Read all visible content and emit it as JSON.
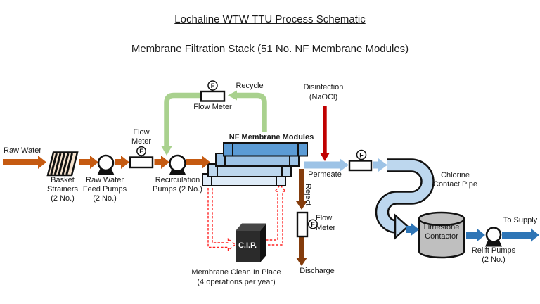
{
  "header": {
    "title": "Lochaline WTW TTU Process Schematic",
    "subtitle": "Membrane Filtration Stack (51 No. NF Membrane Modules)"
  },
  "labels": {
    "raw_water": "Raw Water",
    "basket_strainers": [
      "Basket",
      "Strainers",
      "(2 No.)"
    ],
    "feed_pumps": [
      "Raw Water",
      "Feed Pumps",
      "(2 No.)"
    ],
    "feed_flow_meter": [
      "Flow",
      "Meter"
    ],
    "recirculation_pumps": [
      "Recirculation",
      "Pumps (2 No.)"
    ],
    "recycle_flow_meter": "Flow Meter",
    "recycle": "Recycle",
    "membrane_modules": "NF Membrane Modules",
    "disinfection": [
      "Disinfection",
      "(NaOCl)"
    ],
    "permeate": "Permeate",
    "chlorine_contact_pipe": [
      "Chlorine",
      "Contact Pipe"
    ],
    "limestone_contactor": [
      "Limestone",
      "Contactor"
    ],
    "relift_pumps": [
      "Relift Pumps",
      "(2 No.)"
    ],
    "to_supply": "To Supply",
    "reject": "Reject",
    "reject_flow_meter": [
      "Flow",
      "Meter"
    ],
    "discharge": "Discharge",
    "cip_unit": "C.I.P.",
    "cip_caption": [
      "Membrane Clean In Place",
      "(4 operations per year)"
    ]
  },
  "icons": {
    "instrument_letter": "F"
  },
  "colors": {
    "raw_water_stream": "#C55A11",
    "recycle_stream": "#A9D18E",
    "permeate_stream": "#9DC3E6",
    "treated_stream": "#2E75B6",
    "reject_stream": "#843C0C",
    "disinfection_stream": "#C00000",
    "cip_stream": "#FF2222",
    "pipe_fill": "#BDD7EE",
    "strainer_fill": "#F6E3CE",
    "contactor_fill": "#BFBFBF",
    "membrane_shades": [
      "#5B9BD5",
      "#9DC3E6",
      "#BDD7EE",
      "#DEEBF7"
    ]
  }
}
